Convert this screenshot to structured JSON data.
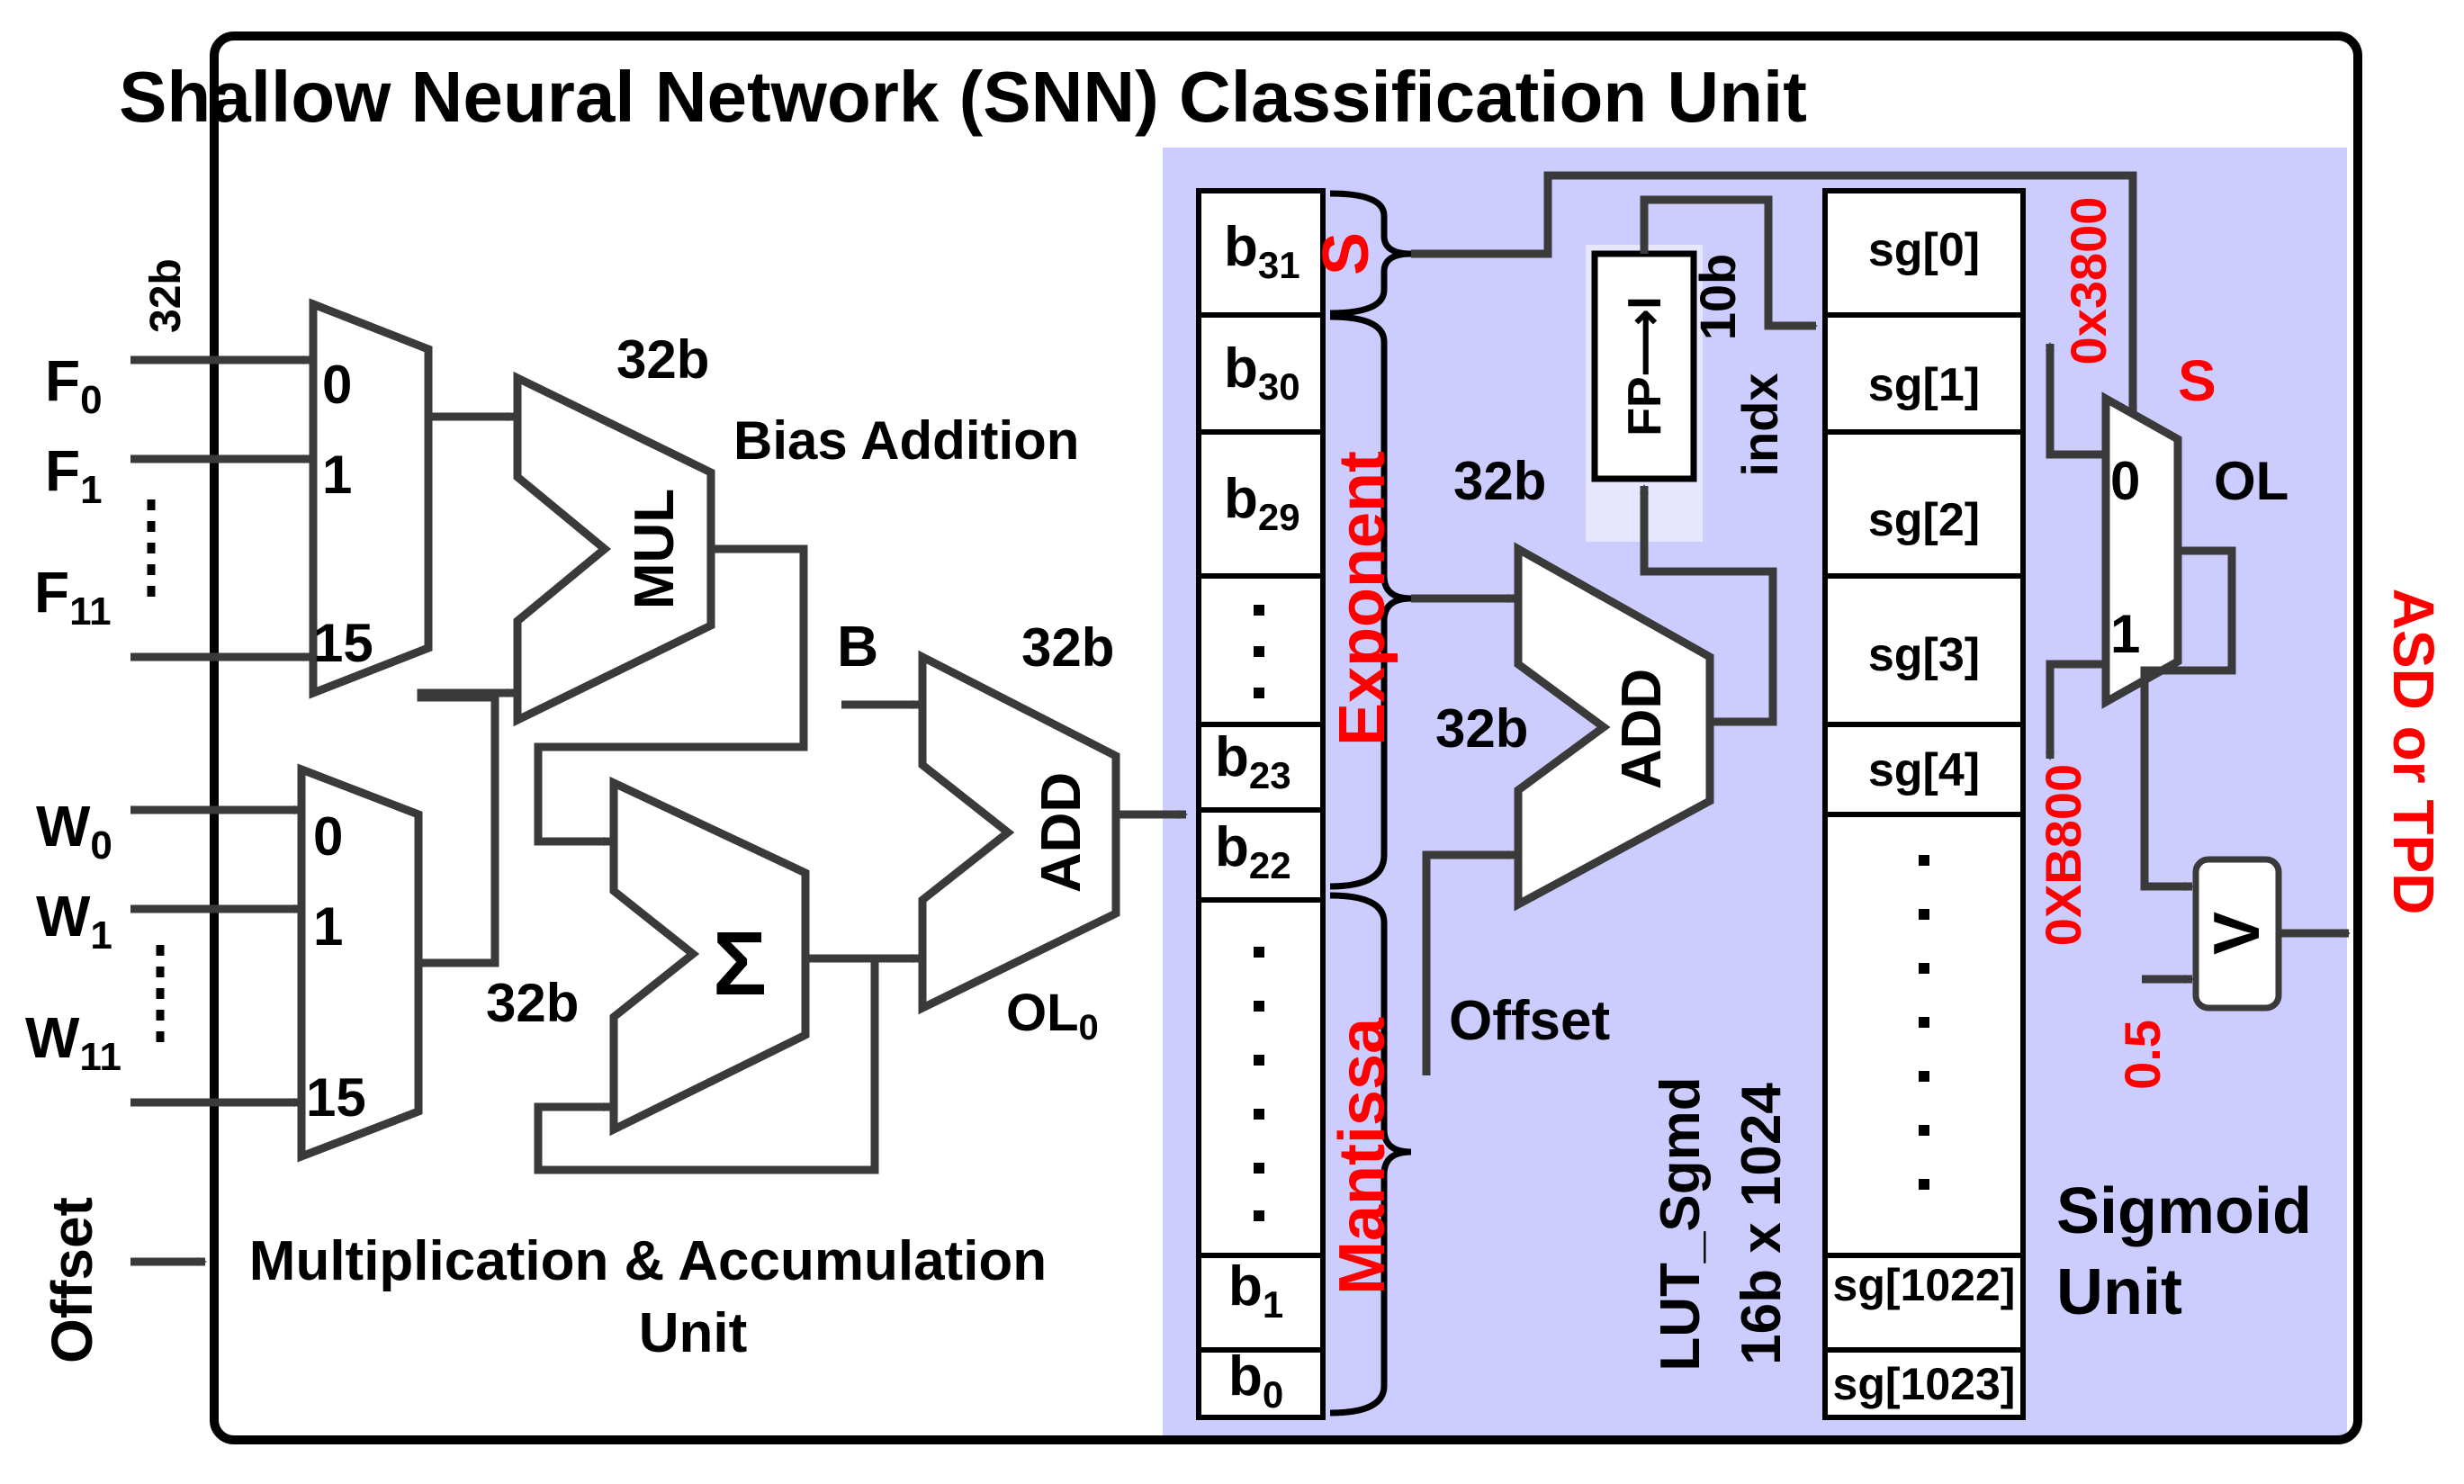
{
  "title": "Shallow Neural Network (SNN) Classification Unit",
  "inputs": {
    "bus_width": "32b",
    "f0": "F",
    "f0_sub": "0",
    "f1": "F",
    "f1_sub": "1",
    "f11": "F",
    "f11_sub": "11",
    "w0": "W",
    "w0_sub": "0",
    "w1": "W",
    "w1_sub": "1",
    "w11": "W",
    "w11_sub": "11",
    "offset": "Offset"
  },
  "mux_f": {
    "in0": "0",
    "in1": "1",
    "in15": "15"
  },
  "mux_w": {
    "in0": "0",
    "in1": "1",
    "in15": "15"
  },
  "mul": {
    "label": "MUL",
    "width": "32b"
  },
  "acc": {
    "symbol": "Σ",
    "width": "32b"
  },
  "bias": {
    "heading": "Bias Addition",
    "input": "B",
    "width": "32b",
    "adder": "ADD",
    "output": "OL",
    "output_sub": "0"
  },
  "mac_unit": {
    "line1": "Multiplication & Accumulation",
    "line2": "Unit"
  },
  "register": {
    "bits": [
      {
        "b": "b",
        "sub": "31"
      },
      {
        "b": "b",
        "sub": "30"
      },
      {
        "b": "b",
        "sub": "29"
      },
      {
        "b": "b",
        "sub": "23"
      },
      {
        "b": "b",
        "sub": "22"
      },
      {
        "b": "b",
        "sub": "1"
      },
      {
        "b": "b",
        "sub": "0"
      }
    ],
    "sign_field": "S",
    "exponent_field": "Exponent",
    "mantissa_field": "Mantissa"
  },
  "converter": {
    "label": "FP⟶I",
    "width_out": "10b",
    "index": "indx"
  },
  "exp_adder": {
    "label": "ADD",
    "width_a": "32b",
    "width_b": "32b",
    "offset": "Offset"
  },
  "lut": {
    "name": "LUT_Sgmd",
    "size": "16b x 1024",
    "entries": [
      "sg[0]",
      "sg[1]",
      "sg[2]",
      "sg[3]",
      "sg[4]",
      "sg[1022]",
      "sg[1023]"
    ]
  },
  "sigmoid_mux": {
    "in0": "0",
    "in1": "1",
    "select": "S",
    "output": "OL",
    "const_a": "0x3800",
    "const_b": "0XB800"
  },
  "comparator": {
    "symbol": "V",
    "threshold": "0.5"
  },
  "output": "ASD or TPD",
  "sigmoid_unit": {
    "line1": "Sigmoid",
    "line2": "Unit"
  },
  "colors": {
    "accent_red": "#ff0000",
    "panel_fill": "#ccccff",
    "stroke": "#000000",
    "shape_stroke": "#3a3a3a"
  }
}
